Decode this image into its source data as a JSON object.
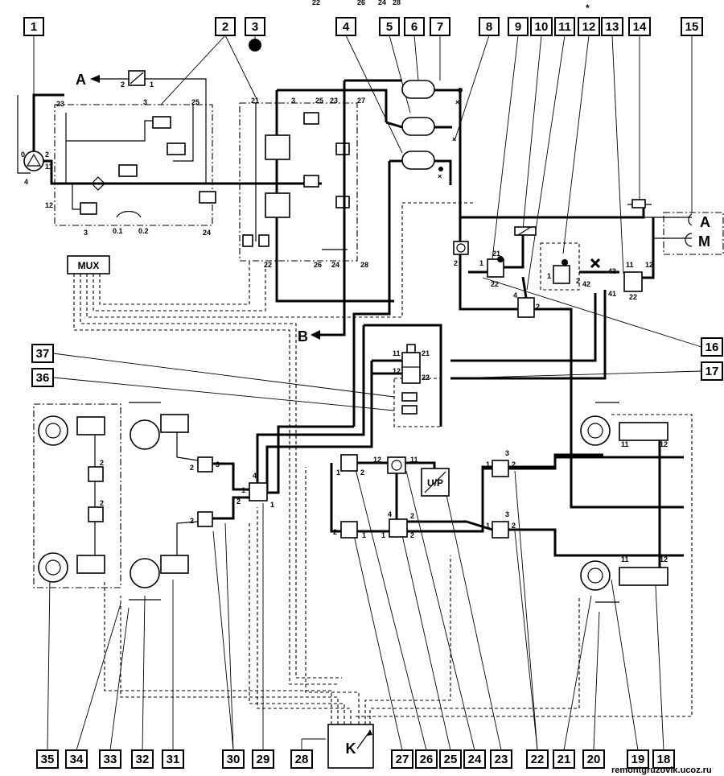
{
  "callouts": {
    "top": [
      "1",
      "2",
      "3",
      "4",
      "5",
      "6",
      "7",
      "8",
      "9",
      "10",
      "11",
      "12",
      "13",
      "14",
      "15"
    ],
    "right": [
      "16",
      "17"
    ],
    "left": [
      "37",
      "36"
    ],
    "bottom": [
      "35",
      "34",
      "33",
      "32",
      "31",
      "30",
      "29",
      "28",
      "27",
      "26",
      "25",
      "24",
      "23",
      "22",
      "21",
      "20",
      "19",
      "18"
    ]
  },
  "letters": {
    "A_top": "A",
    "B": "B",
    "A_right": "A",
    "M_right": "M",
    "mux": "MUX",
    "up": "U/P",
    "k_unit": "K",
    "asterisk": "*"
  },
  "top_cut_labels": [
    "22",
    "26",
    "24",
    "28"
  ],
  "port_labels": {
    "compressor": [
      "0",
      "2",
      "4",
      "11",
      "12"
    ],
    "dryer_block": [
      "23",
      "25",
      "3",
      "3",
      "24",
      "0.1",
      "0.2"
    ],
    "valve_block": [
      "21",
      "3",
      "25",
      "23",
      "27",
      "22",
      "26",
      "24",
      "28"
    ],
    "right_valves": [
      "21",
      "22",
      "1",
      "2",
      "4",
      "2",
      "1",
      "42",
      "43",
      "41",
      "11",
      "12",
      "22",
      "2"
    ],
    "center_relay": [
      "11",
      "21",
      "12",
      "22"
    ],
    "lower_center": [
      "12",
      "11",
      "1",
      "2",
      "4",
      "2",
      "1",
      "2",
      "1",
      "2"
    ],
    "left_axle": [
      "1",
      "2",
      "2",
      "3",
      "2",
      "4",
      "1",
      "2",
      "2"
    ],
    "right_axle": [
      "1",
      "2",
      "3",
      "1",
      "2",
      "3",
      "11",
      "12",
      "11",
      "12"
    ]
  },
  "watermark": "remontgruzovik.ucoz.ru"
}
